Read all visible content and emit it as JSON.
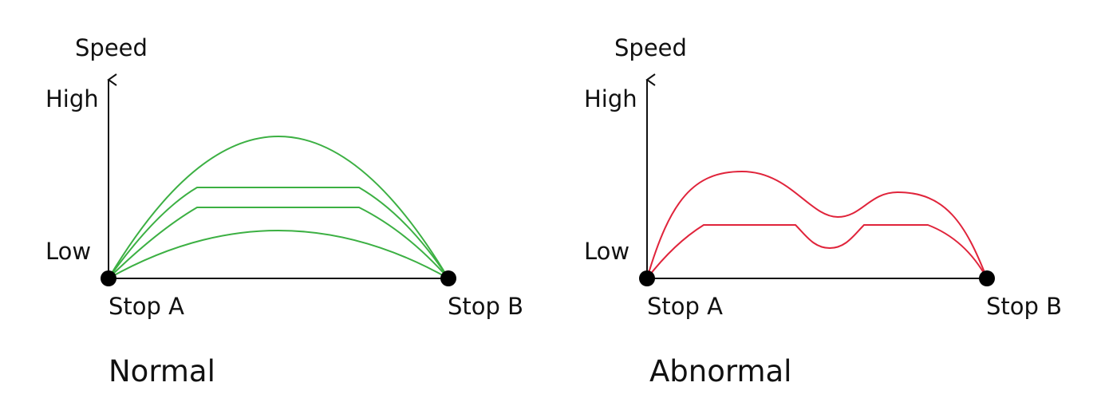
{
  "panels": [
    {
      "caption": "Normal",
      "y_axis_label": "Speed",
      "y_high_label": "High",
      "y_low_label": "Low",
      "start_label": "Stop A",
      "end_label": "Stop B",
      "curve_color": "#3cb043",
      "curve_count": 4
    },
    {
      "caption": "Abnormal",
      "y_axis_label": "Speed",
      "y_high_label": "High",
      "y_low_label": "Low",
      "start_label": "Stop A",
      "end_label": "Stop B",
      "curve_color": "#e0243b",
      "curve_count": 2
    }
  ]
}
